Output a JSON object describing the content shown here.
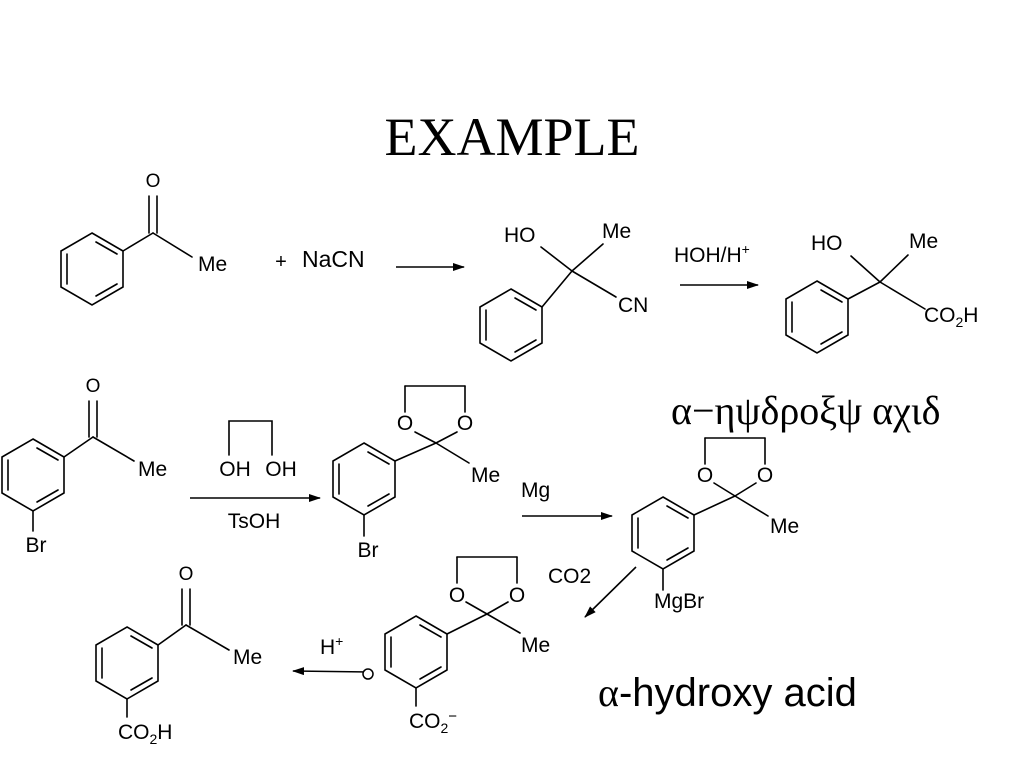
{
  "slide": {
    "title": "EXAMPLE",
    "colors": {
      "background": "#ffffff",
      "ink": "#000000"
    }
  },
  "reaction1": {
    "start": {
      "oxygen": "O",
      "methyl": "Me"
    },
    "plus": "+",
    "reagent": "NaCN",
    "cyanohydrin": {
      "hydroxyl": "HO",
      "methyl": "Me",
      "nitrile": "CN"
    },
    "conditions": {
      "base": "HOH/H",
      "superscript": "+"
    },
    "product": {
      "hydroxyl": "HO",
      "methyl": "Me",
      "acid_base": "CO",
      "acid_sub": "2",
      "acid_end": "H"
    }
  },
  "reaction2": {
    "start": {
      "oxygen": "O",
      "methyl": "Me",
      "bromo": "Br"
    },
    "diol": {
      "oh_left": "OH",
      "oh_right": "OH"
    },
    "catalyst": "TsOH",
    "acetal": {
      "o1": "O",
      "o2": "O",
      "methyl": "Me",
      "bromo": "Br"
    },
    "grignard_reagent": "Mg",
    "grignard": {
      "o1": "O",
      "o2": "O",
      "methyl": "Me",
      "mgbr": "MgBr"
    },
    "greek_label": "α−ηψδροξψ αχιδ"
  },
  "reaction3": {
    "co2": "CO2",
    "carboxylate": {
      "o1": "O",
      "o2": "O",
      "methyl": "Me",
      "base": "CO",
      "sub": "2",
      "sup": "−"
    },
    "acid_reagent": {
      "base": "H",
      "sup": "+"
    },
    "final": {
      "oxygen": "O",
      "methyl": "Me",
      "acid_base": "CO",
      "acid_sub": "2",
      "acid_end": "H"
    },
    "label": {
      "alpha": "α",
      "rest": "-hydroxy acid"
    }
  }
}
